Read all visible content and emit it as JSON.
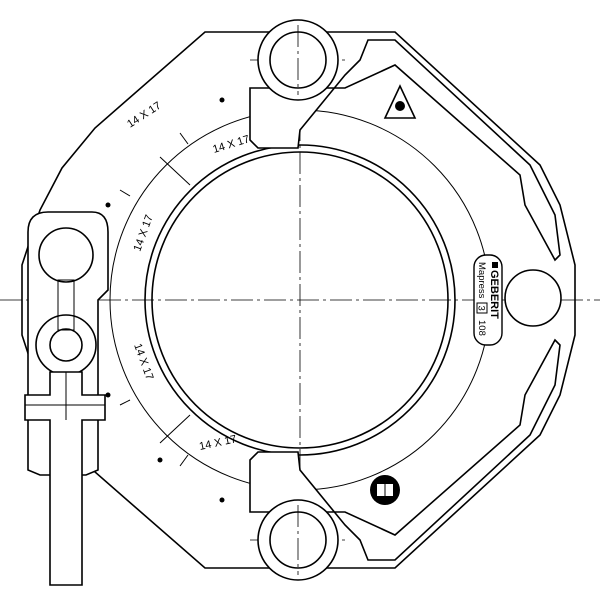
{
  "drawing": {
    "markings": [
      "14 X 17",
      "14 X 17",
      "14 X 17",
      "14 X 17",
      "14 X 17"
    ],
    "badge": {
      "brand": "GEBERIT",
      "product": "Mapress",
      "generation": "3",
      "size": "108"
    },
    "icons": [
      "warning-triangle-icon",
      "read-manual-icon"
    ]
  }
}
